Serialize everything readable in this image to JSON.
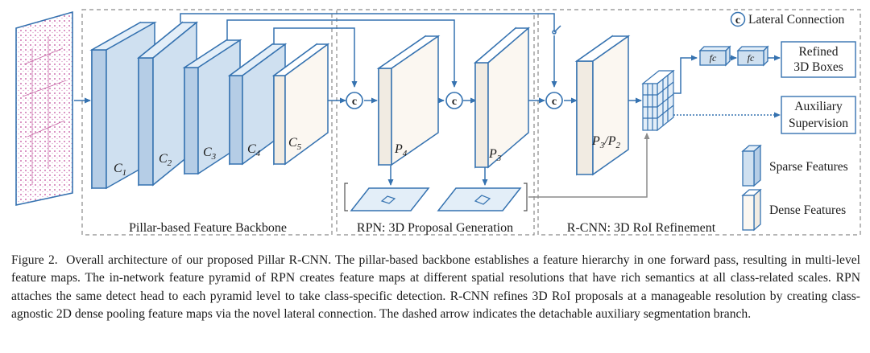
{
  "figure": {
    "sections": {
      "backbone": "Pillar-based Feature Backbone",
      "rpn": "RPN: 3D Proposal Generation",
      "rcnn": "R-CNN: 3D RoI Refinement"
    },
    "backbone_maps": [
      {
        "base": "C",
        "sub": "1"
      },
      {
        "base": "C",
        "sub": "2"
      },
      {
        "base": "C",
        "sub": "3"
      },
      {
        "base": "C",
        "sub": "4"
      },
      {
        "base": "C",
        "sub": "5"
      }
    ],
    "pyramid_maps": [
      {
        "base": "P",
        "sub": "4"
      },
      {
        "base": "P",
        "sub": "3"
      }
    ],
    "rcnn_map": {
      "p1": "P",
      "s1": "3",
      "slash": "/",
      "p2": "P",
      "s2": "2"
    },
    "lateral_symbol": "c",
    "fc_label": "fc",
    "outputs": {
      "refined": [
        "Refined",
        "3D Boxes"
      ],
      "auxiliary": [
        "Auxiliary",
        "Supervision"
      ]
    },
    "legend": {
      "lateral": "Lateral Connection",
      "sparse": "Sparse Features",
      "dense": "Dense Features"
    },
    "colors": {
      "blue_stroke": "#3572b0",
      "sparse_fill": "#cfe0f0",
      "dense_fill": "#fbf7f1",
      "dash_gray": "#8a8a8a",
      "arrow_gray": "#8c8c8c"
    }
  },
  "caption": {
    "label": "Figure 2.",
    "text": "Overall architecture of our proposed Pillar R-CNN. The pillar-based backbone establishes a feature hierarchy in one forward pass, resulting in multi-level feature maps. The in-network feature pyramid of RPN creates feature maps at different spatial resolutions that have rich semantics at all class-related scales. RPN attaches the same detect head to each pyramid level to take class-specific detection. R-CNN refines 3D RoI proposals at a manageable resolution by creating class-agnostic 2D dense pooling feature maps via the novel lateral connection. The dashed arrow indicates the detachable auxiliary segmentation branch."
  }
}
